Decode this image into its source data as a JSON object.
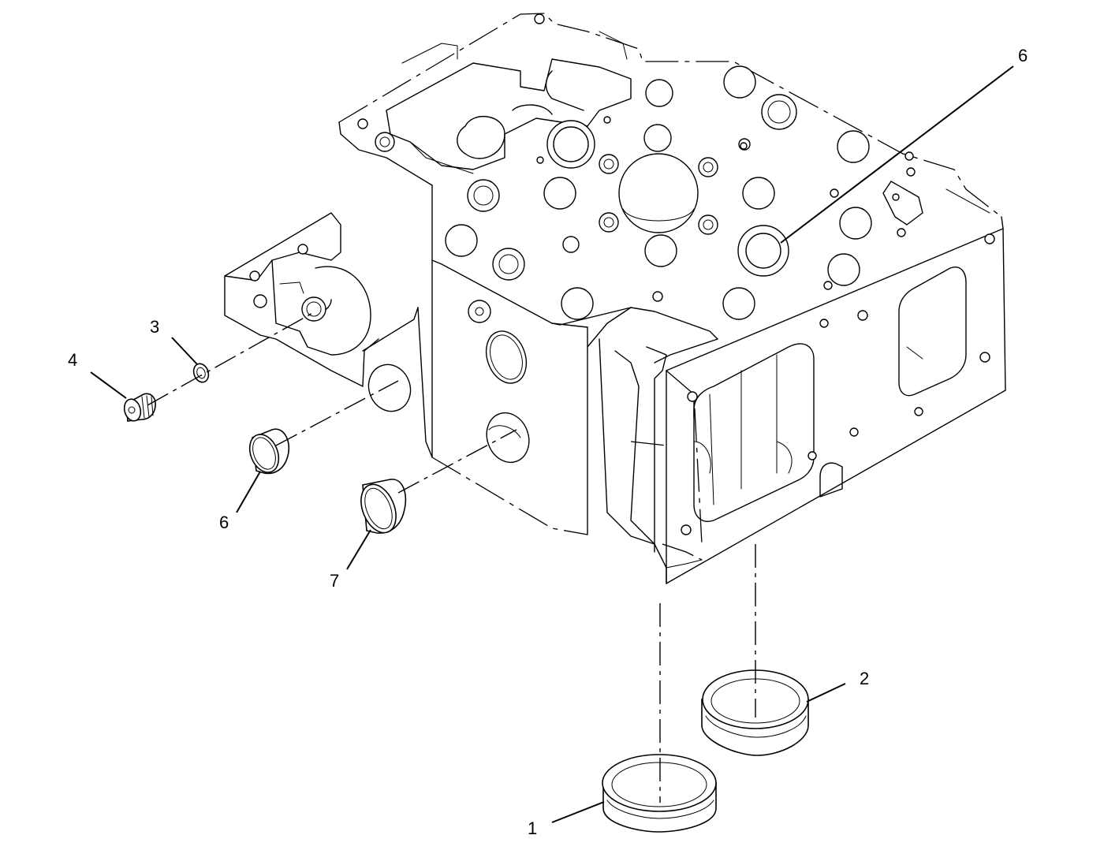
{
  "callouts": {
    "c1": "1",
    "c2": "2",
    "c3": "3",
    "c4": "4",
    "c6_top": "6",
    "c6_left": "6",
    "c7": "7"
  },
  "colors": {
    "line": "#000000",
    "background": "#ffffff"
  }
}
